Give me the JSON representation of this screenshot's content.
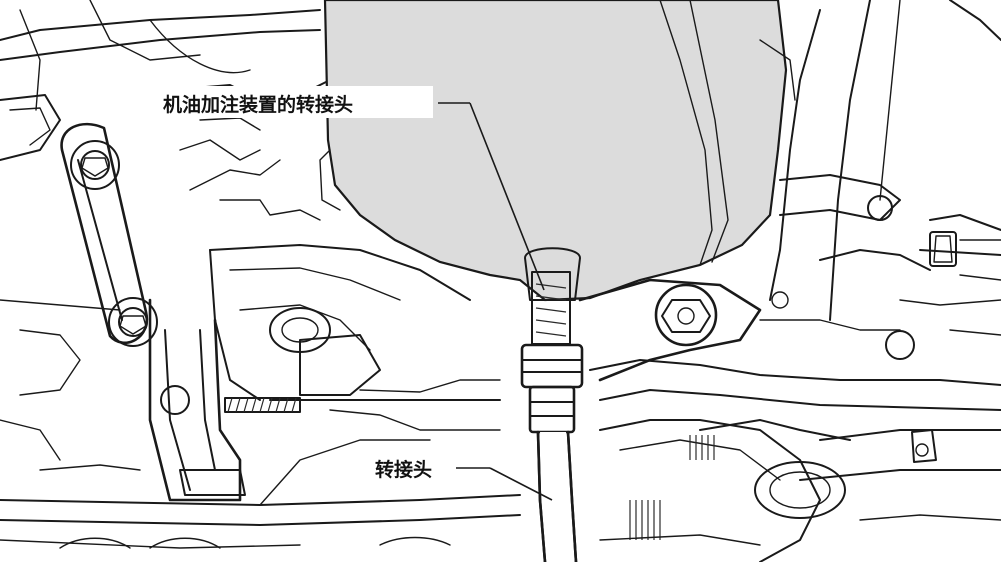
{
  "figure": {
    "callouts": [
      {
        "id": "oil-filler-adapter",
        "text": "机油加注装置的转接头"
      },
      {
        "id": "adapter",
        "text": "转接头"
      }
    ],
    "colors": {
      "ink": "#1a1a1a",
      "reservoir_fill": "#dcdcdc",
      "background": "#ffffff"
    }
  }
}
